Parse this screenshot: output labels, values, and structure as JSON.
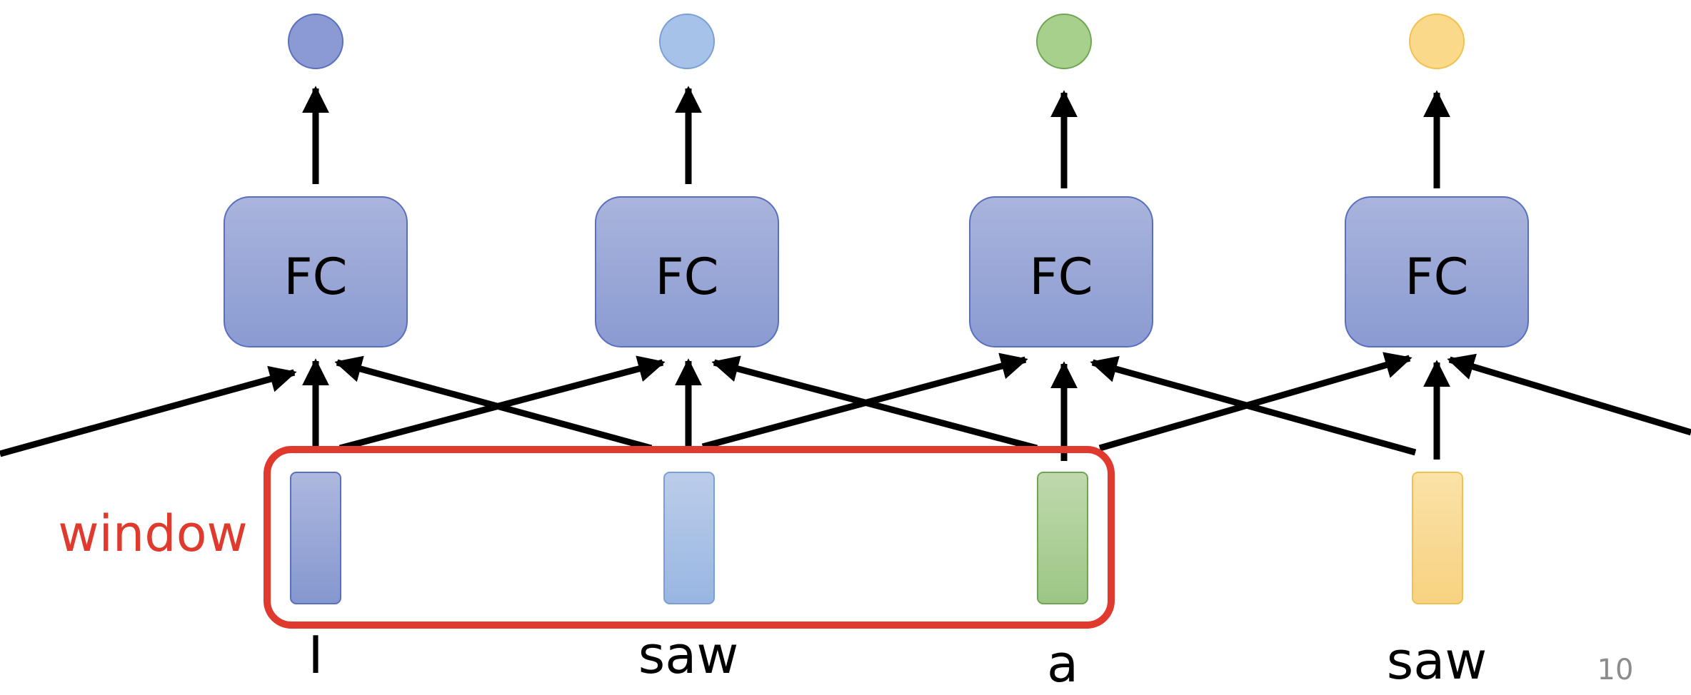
{
  "columns": [
    {
      "word": "I",
      "fc_label": "FC",
      "color_name": "blue",
      "vec_fill_top": "#aeb8de",
      "vec_fill_bot": "#8497cf",
      "vec_stroke": "#5a6fbf",
      "out_fill": "#8b9ad2",
      "out_stroke": "#5a6fbf"
    },
    {
      "word": "saw",
      "fc_label": "FC",
      "color_name": "light-blue",
      "vec_fill_top": "#bccdea",
      "vec_fill_bot": "#98b6e2",
      "vec_stroke": "#7a9fd6",
      "out_fill": "#a6c2e8",
      "out_stroke": "#7a9fd6"
    },
    {
      "word": "a",
      "fc_label": "FC",
      "color_name": "green",
      "vec_fill_top": "#bfd9ad",
      "vec_fill_bot": "#9cc685",
      "vec_stroke": "#6fa653",
      "out_fill": "#a8d08d",
      "out_stroke": "#6fa653"
    },
    {
      "word": "saw",
      "fc_label": "FC",
      "color_name": "yellow",
      "vec_fill_top": "#fbe2a8",
      "vec_fill_bot": "#f7d281",
      "vec_stroke": "#f0c14d",
      "out_fill": "#fbd98a",
      "out_stroke": "#f0c14d"
    }
  ],
  "window": {
    "label": "window",
    "color": "#e03a2e"
  },
  "fc_style": {
    "fill_top": "#aab4dc",
    "fill_bot": "#8a9bd2",
    "stroke": "#5a6fbf"
  },
  "page_number": "10"
}
